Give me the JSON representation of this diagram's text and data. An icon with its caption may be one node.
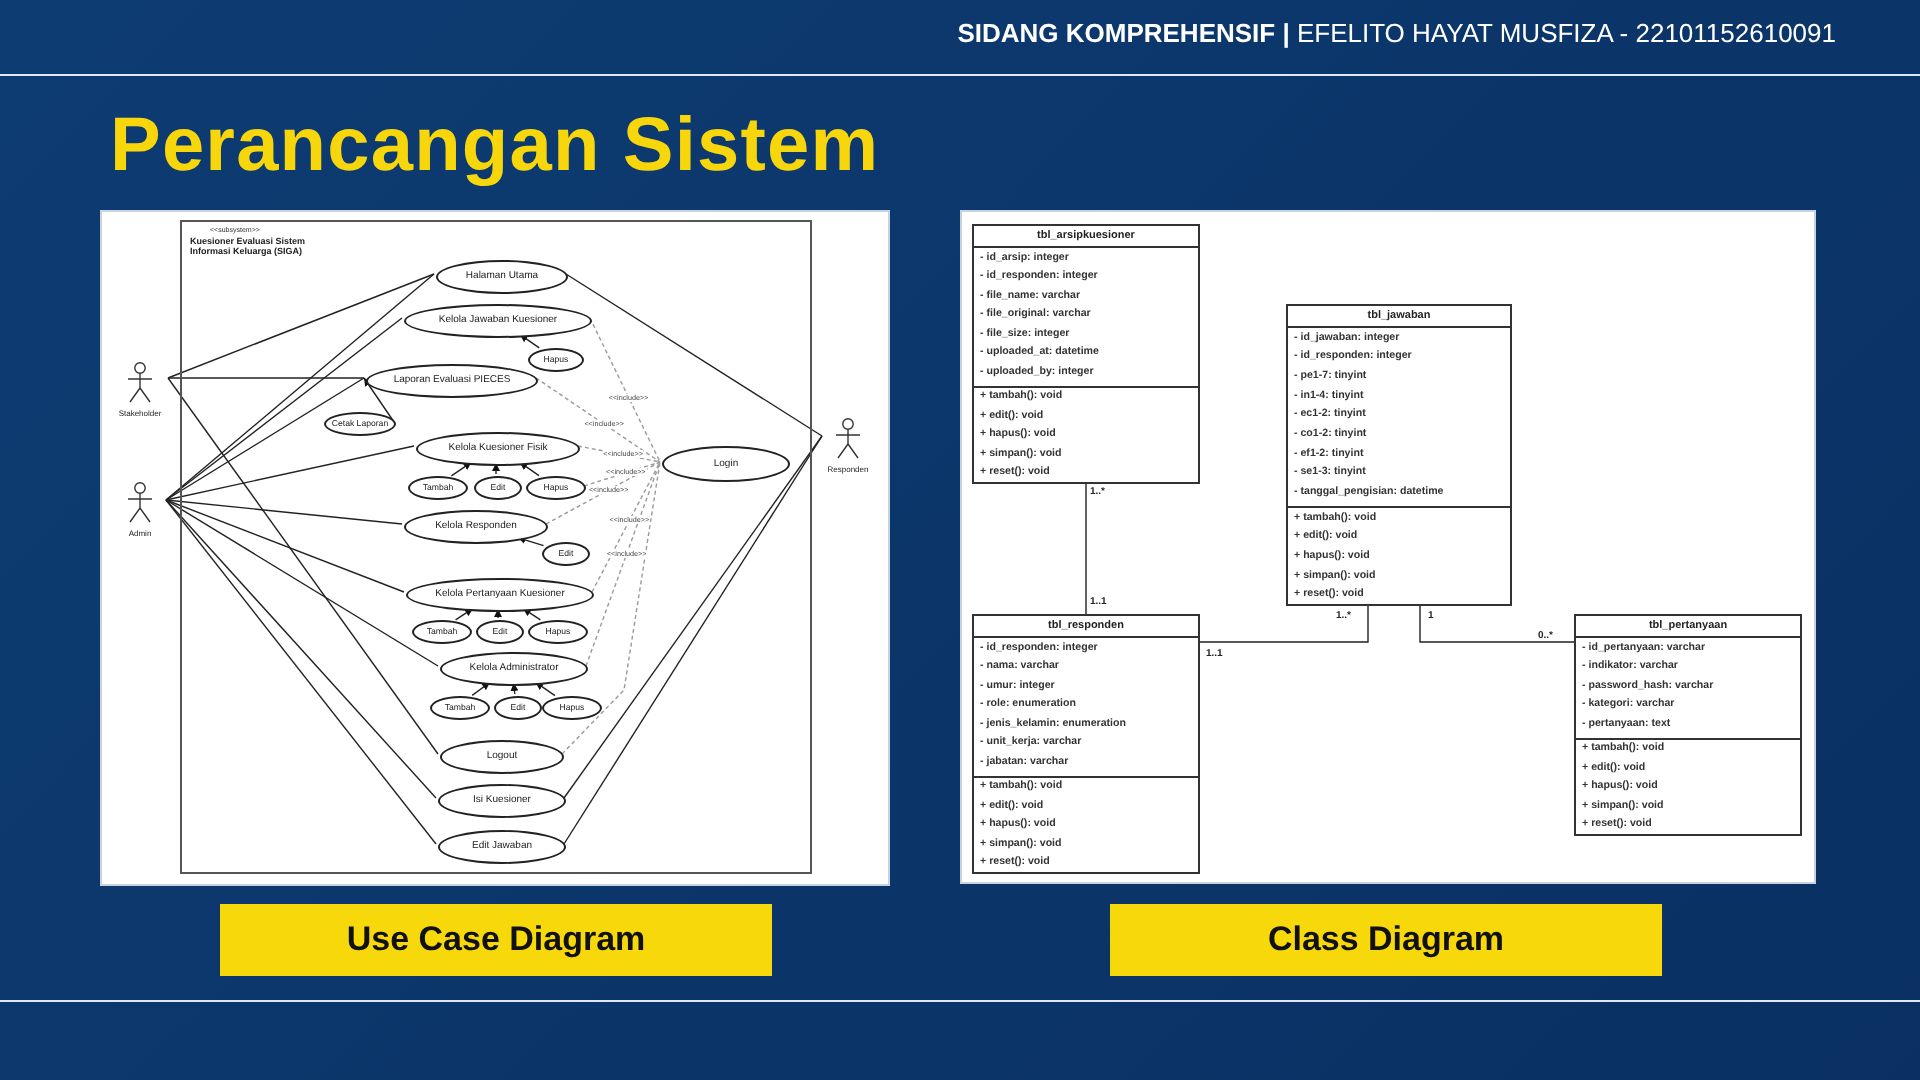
{
  "diagram": {
    "title": "Perancangan Sistem",
    "nodes": [
      {
        "text": [
          "<<subsystem>>",
          "Kuesioner Evaluasi Sistem Informasi Keluarga (SIGA)"
        ]
      },
      {
        "text": [
          "Stakeholder"
        ]
      },
      {
        "text": [
          "Admin"
        ]
      },
      {
        "text": [
          "Responden"
        ]
      },
      {
        "text": [
          "Halaman Utama"
        ],
        "in": 0
      },
      {
        "text": [
          "Kelola Jawaban Kuesioner"
        ],
        "in": 0
      },
      {
        "text": [
          "Hapus"
        ],
        "in": 0
      },
      {
        "text": [
          "Laporan Evaluasi PIECES"
        ],
        "in": 0
      },
      {
        "text": [
          "Cetak Laporan"
        ],
        "in": 0
      },
      {
        "text": [
          "Kelola Kuesioner Fisik"
        ],
        "in": 0
      },
      {
        "text": [
          "Tambah"
        ],
        "in": 0
      },
      {
        "text": [
          "Edit"
        ],
        "in": 0
      },
      {
        "text": [
          "Hapus"
        ],
        "in": 0
      },
      {
        "text": [
          "Kelola Responden"
        ],
        "in": 0
      },
      {
        "text": [
          "Edit"
        ],
        "in": 0
      },
      {
        "text": [
          "Login"
        ],
        "in": 0
      },
      {
        "text": [
          "Kelola Pertanyaan Kuesioner"
        ],
        "in": 0
      },
      {
        "text": [
          "Tambah"
        ],
        "in": 0
      },
      {
        "text": [
          "Edit"
        ],
        "in": 0
      },
      {
        "text": [
          "Hapus"
        ],
        "in": 0
      },
      {
        "text": [
          "Kelola Administrator"
        ],
        "in": 0
      },
      {
        "text": [
          "Tambah"
        ],
        "in": 0
      },
      {
        "text": [
          "Edit"
        ],
        "in": 0
      },
      {
        "text": [
          "Hapus"
        ],
        "in": 0
      },
      {
        "text": [
          "Logout"
        ],
        "in": 0
      },
      {
        "text": [
          "Isi Kuesioner"
        ],
        "in": 0
      },
      {
        "text": [
          "Edit Jawaban"
        ],
        "in": 0
      },
      {
        "text": [
          "tbl_arsipkuesioner",
          "- id_arsip: integer",
          "- id_responden: integer",
          "- file_name: varchar",
          "- file_original: varchar",
          "- file_size: integer",
          "- uploaded_at: datetime",
          "- uploaded_by: integer",
          "+ tambah(): void",
          "+ edit(): void",
          "+ hapus(): void",
          "+ simpan(): void",
          "+ reset(): void"
        ]
      },
      {
        "text": [
          "tbl_jawaban",
          "- id_jawaban: integer",
          "- id_responden: integer",
          "- pe1-7: tinyint",
          "- in1-4: tinyint",
          "- ec1-2: tinyint",
          "- co1-2: tinyint",
          "- ef1-2: tinyint",
          "- se1-3: tinyint",
          "- tanggal_pengisian: datetime",
          "+ tambah(): void",
          "+ edit(): void",
          "+ hapus(): void",
          "+ simpan(): void",
          "+ reset(): void"
        ]
      },
      {
        "text": [
          "tbl_responden",
          "- id_responden: integer",
          "- nama: varchar",
          "- umur: integer",
          "- role: enumeration",
          "- jenis_kelamin: enumeration",
          "- unit_kerja: varchar",
          "- jabatan: varchar",
          "+ tambah(): void",
          "+ edit(): void",
          "+ hapus(): void",
          "+ simpan(): void",
          "+ reset(): void"
        ]
      },
      {
        "text": [
          "tbl_pertanyaan",
          "- id_pertanyaan: varchar",
          "- indikator: varchar",
          "- password_hash: varchar",
          "- kategori: varchar",
          "- pertanyaan: text",
          "+ tambah(): void",
          "+ edit(): void",
          "+ hapus(): void",
          "+ simpan(): void",
          "+ reset(): void"
        ]
      }
    ],
    "edges": [
      {
        "from": 1,
        "to": 4,
        "arrow": "none"
      },
      {
        "from": 1,
        "to": 7,
        "arrow": "none"
      },
      {
        "from": 1,
        "to": 24,
        "arrow": "none"
      },
      {
        "from": 2,
        "to": 4,
        "arrow": "none"
      },
      {
        "from": 2,
        "to": 5,
        "arrow": "none"
      },
      {
        "from": 2,
        "to": 7,
        "arrow": "none"
      },
      {
        "from": 2,
        "to": 9,
        "arrow": "none"
      },
      {
        "from": 2,
        "to": 13,
        "arrow": "none"
      },
      {
        "from": 2,
        "to": 16,
        "arrow": "none"
      },
      {
        "from": 2,
        "to": 20,
        "arrow": "none"
      },
      {
        "from": 2,
        "to": 25,
        "arrow": "none"
      },
      {
        "from": 2,
        "to": 26,
        "arrow": "none"
      },
      {
        "from": 3,
        "to": 4,
        "arrow": "none"
      },
      {
        "from": 3,
        "to": 25,
        "arrow": "none"
      },
      {
        "from": 3,
        "to": 26,
        "arrow": "none"
      },
      {
        "from": 6,
        "to": 5,
        "arrow": "to"
      },
      {
        "from": 8,
        "to": 7,
        "arrow": "to"
      },
      {
        "from": 10,
        "to": 9,
        "arrow": "to"
      },
      {
        "from": 11,
        "to": 9,
        "arrow": "to"
      },
      {
        "from": 12,
        "to": 9,
        "arrow": "to"
      },
      {
        "from": 14,
        "to": 13,
        "arrow": "to"
      },
      {
        "from": 17,
        "to": 16,
        "arrow": "to"
      },
      {
        "from": 18,
        "to": 16,
        "arrow": "to"
      },
      {
        "from": 19,
        "to": 16,
        "arrow": "to"
      },
      {
        "from": 21,
        "to": 20,
        "arrow": "to"
      },
      {
        "from": 22,
        "to": 20,
        "arrow": "to"
      },
      {
        "from": 23,
        "to": 20,
        "arrow": "to"
      },
      {
        "from": 5,
        "to": 15,
        "arrow": "none",
        "label": "<<include>>",
        "style": "dashed",
        "color": "#9a9a9a"
      },
      {
        "from": 7,
        "to": 15,
        "arrow": "none",
        "label": "<<include>>",
        "style": "dashed",
        "color": "#9a9a9a"
      },
      {
        "from": 9,
        "to": 15,
        "arrow": "none",
        "label": "<<include>>",
        "style": "dashed",
        "color": "#9a9a9a"
      },
      {
        "from": 12,
        "to": 15,
        "arrow": "none",
        "label": "<<include>>",
        "style": "dashed",
        "color": "#9a9a9a"
      },
      {
        "from": 13,
        "to": 15,
        "arrow": "none",
        "label": "<<include>>",
        "style": "dashed",
        "color": "#9a9a9a"
      },
      {
        "from": 16,
        "to": 15,
        "arrow": "none",
        "label": "<<include>>",
        "style": "dashed",
        "color": "#9a9a9a"
      },
      {
        "from": 20,
        "to": 15,
        "arrow": "none",
        "label": "<<include>>",
        "style": "dashed",
        "color": "#9a9a9a"
      },
      {
        "from": 24,
        "to": 15,
        "arrow": "none",
        "style": "dashed",
        "color": "#9a9a9a"
      },
      {
        "from": 27,
        "to": 29,
        "arrow": "none"
      },
      {
        "from": 28,
        "to": 29,
        "arrow": "none"
      },
      {
        "from": 28,
        "to": 30,
        "arrow": "none"
      }
    ],
    "labels": [
      "**SIDANG KOMPREHENSIF |** EFELITO HAYAT MUSFIZA - 22101152610091",
      "1..*",
      "1..1",
      "1..*",
      "1..1",
      "1",
      "0..*",
      "Use Case Diagram",
      "Class Diagram"
    ]
  }
}
